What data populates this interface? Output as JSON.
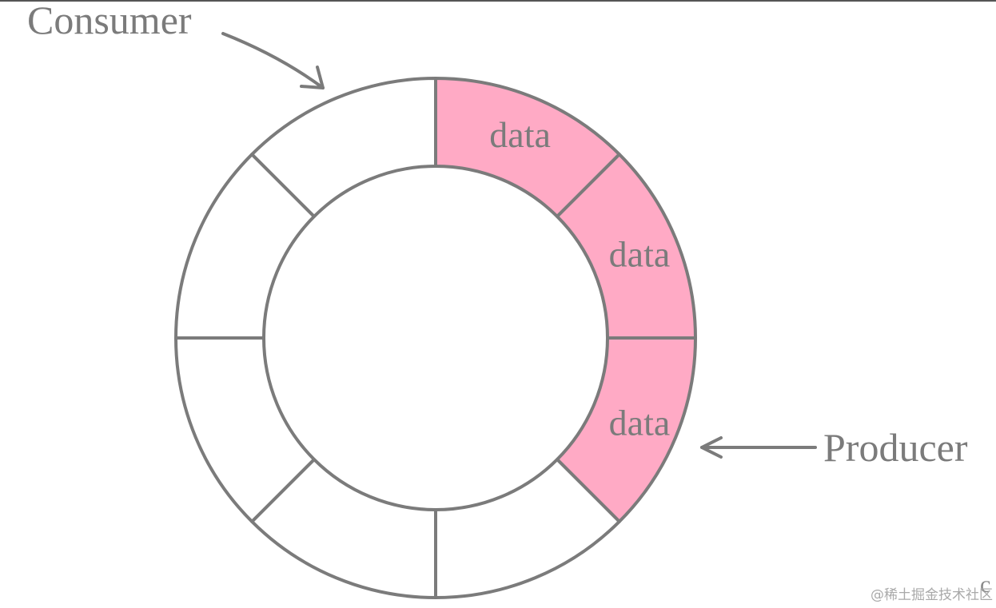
{
  "diagram": {
    "consumer_label": "Consumer",
    "producer_label": "Producer",
    "slot_count": 8,
    "slots": [
      {
        "label": "data",
        "filled": true
      },
      {
        "label": "data",
        "filled": true
      },
      {
        "label": "data",
        "filled": true
      },
      {
        "label": "",
        "filled": false
      },
      {
        "label": "",
        "filled": false
      },
      {
        "label": "",
        "filled": false
      },
      {
        "label": "",
        "filled": false
      },
      {
        "label": "",
        "filled": false
      }
    ],
    "corner_mark": "c",
    "watermark": "@稀土掘金技术社区"
  },
  "colors": {
    "stroke": "#7b7b7b",
    "filled_slot": "#ffaac5",
    "empty_slot": "#ffffff",
    "background": "#ffffff"
  }
}
